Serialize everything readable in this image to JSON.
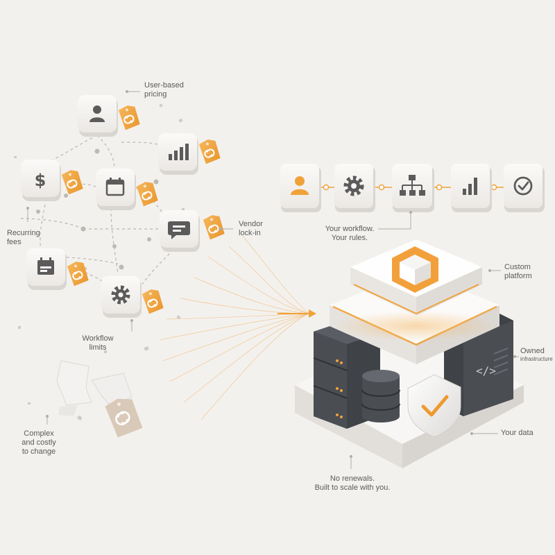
{
  "labels": {
    "user_based_pricing": [
      "User-based",
      "pricing"
    ],
    "recurring_fees": [
      "Recurring",
      "fees"
    ],
    "vendor_lock_in": [
      "Vendor",
      "lock-in"
    ],
    "workflow_limits": [
      "Workflow",
      "limits"
    ],
    "complex_costly": [
      "Complex",
      "and costly",
      "to change"
    ],
    "your_workflow": [
      "Your workflow.",
      "Your rules."
    ],
    "custom_platform": [
      "Custom",
      "platform"
    ],
    "owned": "Owned",
    "infrastructure": "infrastructure",
    "your_data": "Your data",
    "no_renewals": [
      "No renewals.",
      "Built to scale with you."
    ]
  },
  "left_tiles": [
    {
      "icon": "user-icon"
    },
    {
      "icon": "bar-chart-icon"
    },
    {
      "icon": "dollar-icon"
    },
    {
      "icon": "calendar-icon"
    },
    {
      "icon": "chat-icon"
    },
    {
      "icon": "calendar-icon"
    },
    {
      "icon": "gear-icon"
    }
  ],
  "workflow_steps": [
    {
      "icon": "user-icon"
    },
    {
      "icon": "gear-icon"
    },
    {
      "icon": "flowchart-icon"
    },
    {
      "icon": "bar-chart-icon"
    },
    {
      "icon": "check-circle-icon"
    }
  ],
  "colors": {
    "accent": "#f0a23a",
    "accent_dark": "#e58a1f",
    "icon_gray": "#5b5b5b",
    "tile": "#f7f6f4",
    "tile_shadow": "#d9d6d1",
    "server": "#4a4d52",
    "background": "#f3f1ee"
  }
}
